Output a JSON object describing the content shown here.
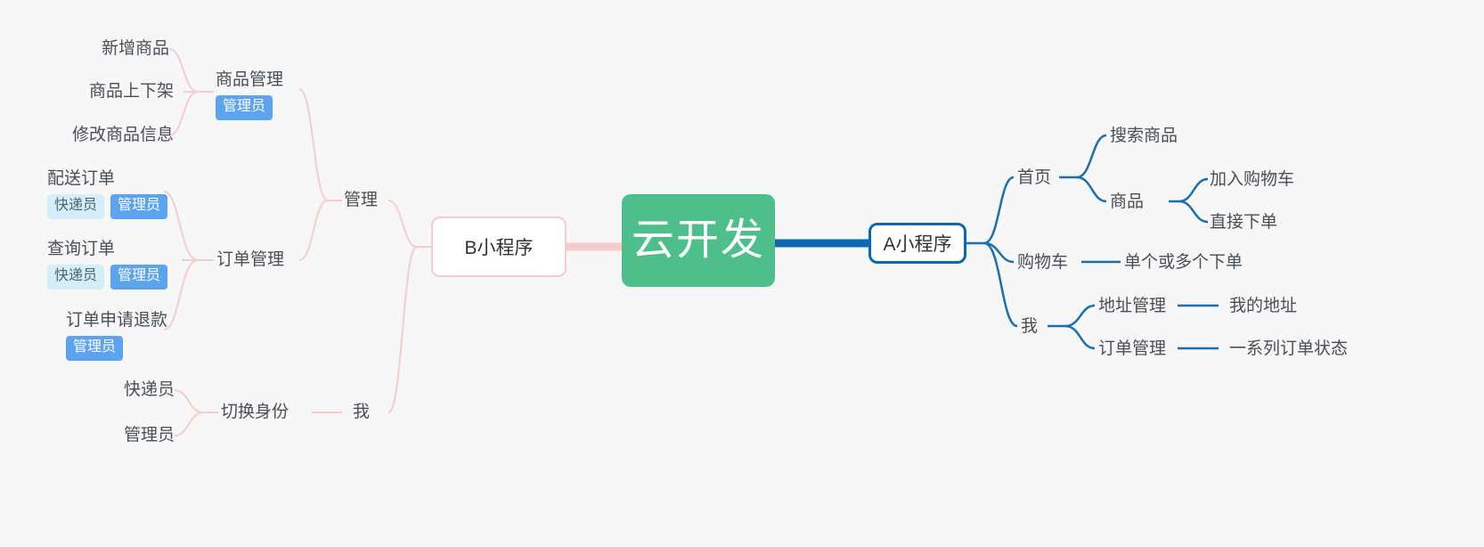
{
  "diagram": {
    "type": "mind-map",
    "background_color": "#f7f7f7",
    "root": {
      "label": "云开发",
      "fill_color": "#4EBE8B",
      "text_color": "#ffffff"
    },
    "branches": [
      {
        "id": "b-miniprogram",
        "label": "B小程序",
        "side": "left",
        "border_color": "#F7CCCC",
        "edge_color": "#F7CCCC",
        "children": [
          {
            "label": "管理",
            "children": [
              {
                "label": "商品管理",
                "badges": [
                  {
                    "text": "管理员",
                    "style": "admin"
                  }
                ],
                "children": [
                  {
                    "label": "新增商品",
                    "badges": []
                  },
                  {
                    "label": "商品上下架",
                    "badges": []
                  },
                  {
                    "label": "修改商品信息",
                    "badges": []
                  }
                ]
              },
              {
                "label": "订单管理",
                "badges": [],
                "children": [
                  {
                    "label": "配送订单",
                    "badges": [
                      {
                        "text": "快递员",
                        "style": "courier"
                      },
                      {
                        "text": "管理员",
                        "style": "admin"
                      }
                    ]
                  },
                  {
                    "label": "查询订单",
                    "badges": [
                      {
                        "text": "快递员",
                        "style": "courier"
                      },
                      {
                        "text": "管理员",
                        "style": "admin"
                      }
                    ]
                  },
                  {
                    "label": "订单申请退款",
                    "badges": [
                      {
                        "text": "管理员",
                        "style": "admin"
                      }
                    ]
                  }
                ]
              }
            ]
          },
          {
            "label": "我",
            "children": [
              {
                "label": "切换身份",
                "badges": [],
                "children": [
                  {
                    "label": "快递员",
                    "badges": []
                  },
                  {
                    "label": "管理员",
                    "badges": []
                  }
                ]
              }
            ]
          }
        ]
      },
      {
        "id": "a-miniprogram",
        "label": "A小程序",
        "side": "right",
        "border_color": "#0A69B0",
        "edge_color": "#1A6FB0",
        "children": [
          {
            "label": "首页",
            "children": [
              {
                "label": "搜索商品",
                "children": []
              },
              {
                "label": "商品",
                "children": [
                  {
                    "label": "加入购物车"
                  },
                  {
                    "label": "直接下单"
                  }
                ]
              }
            ]
          },
          {
            "label": "购物车",
            "children": [
              {
                "label": "单个或多个下单",
                "children": []
              }
            ]
          },
          {
            "label": "我",
            "children": [
              {
                "label": "地址管理",
                "children": [
                  {
                    "label": "我的地址"
                  }
                ]
              },
              {
                "label": "订单管理",
                "children": [
                  {
                    "label": "一系列订单状态"
                  }
                ]
              }
            ]
          }
        ]
      }
    ]
  },
  "labels": {
    "root": "云开发",
    "b_node": "B小程序",
    "a_node": "A小程序",
    "manage": "管理",
    "me_left": "我",
    "goods_manage": "商品管理",
    "order_manage_left": "订单管理",
    "switch_role": "切换身份",
    "add_goods": "新增商品",
    "goods_shelf": "商品上下架",
    "edit_goods": "修改商品信息",
    "deliver_order": "配送订单",
    "query_order": "查询订单",
    "refund_order": "订单申请退款",
    "courier_role": "快递员",
    "admin_role": "管理员",
    "home": "首页",
    "search_goods": "搜索商品",
    "goods": "商品",
    "add_to_cart": "加入购物车",
    "direct_order": "直接下单",
    "cart": "购物车",
    "single_or_multi": "单个或多个下单",
    "me_right": "我",
    "address_manage": "地址管理",
    "my_address": "我的地址",
    "order_manage_right": "订单管理",
    "order_states": "一系列订单状态"
  },
  "badges": {
    "admin": "管理员",
    "courier": "快递员",
    "admin_color": "#5CA3F0",
    "courier_color": "#D5EEF8"
  }
}
